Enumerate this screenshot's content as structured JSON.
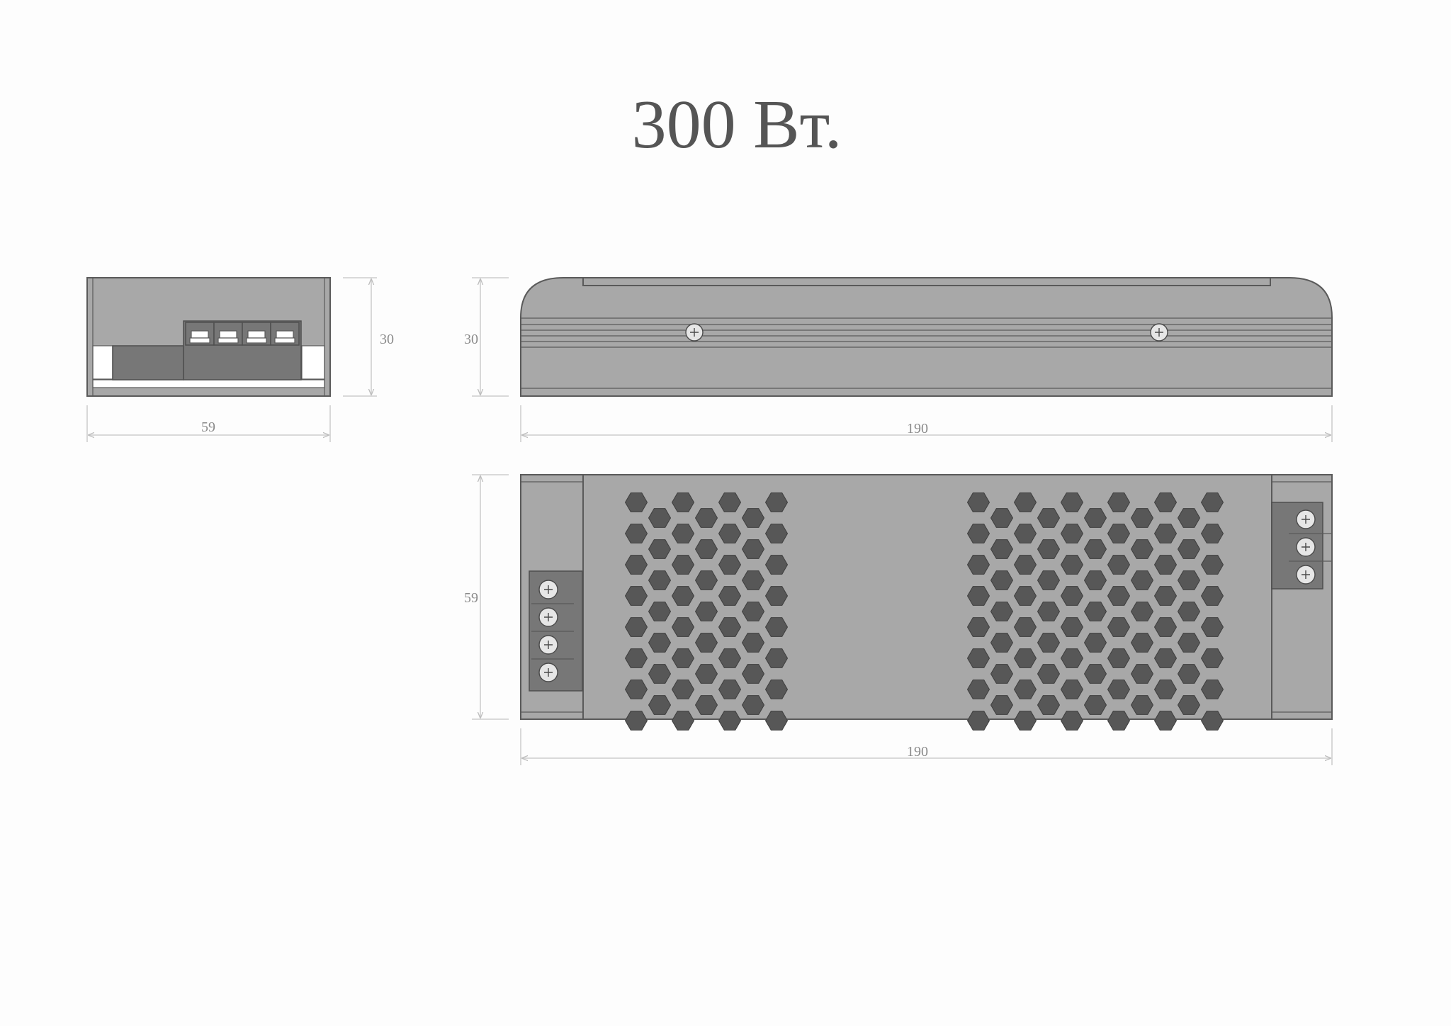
{
  "title": "300 Вт.",
  "dimensions": {
    "end_view": {
      "width": "59",
      "height": "30"
    },
    "side_view": {
      "height": "30",
      "length": "190"
    },
    "top_view": {
      "width": "59",
      "length": "190"
    }
  },
  "colors": {
    "body": "#a8a8a8",
    "vent_holes": "#575757",
    "outline": "#5a5a5a",
    "dimension_lines": "#c4c4c4"
  }
}
